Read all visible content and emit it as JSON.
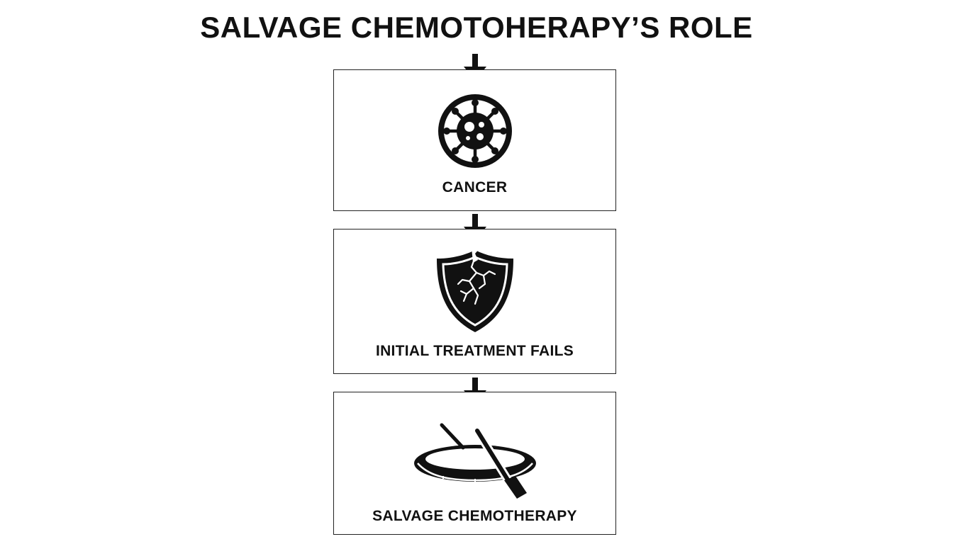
{
  "title": "SALVAGE CHEMOTOHERAPY’S ROLE",
  "steps": [
    {
      "label": "CANCER",
      "icon": "virus-cell-icon"
    },
    {
      "label": "INITIAL TREATMENT FAILS",
      "icon": "cracked-shield-icon"
    },
    {
      "label": "SALVAGE CHEMOTHERAPY",
      "icon": "raft-oar-icon"
    }
  ],
  "colors": {
    "ink": "#111111",
    "background": "#ffffff"
  }
}
